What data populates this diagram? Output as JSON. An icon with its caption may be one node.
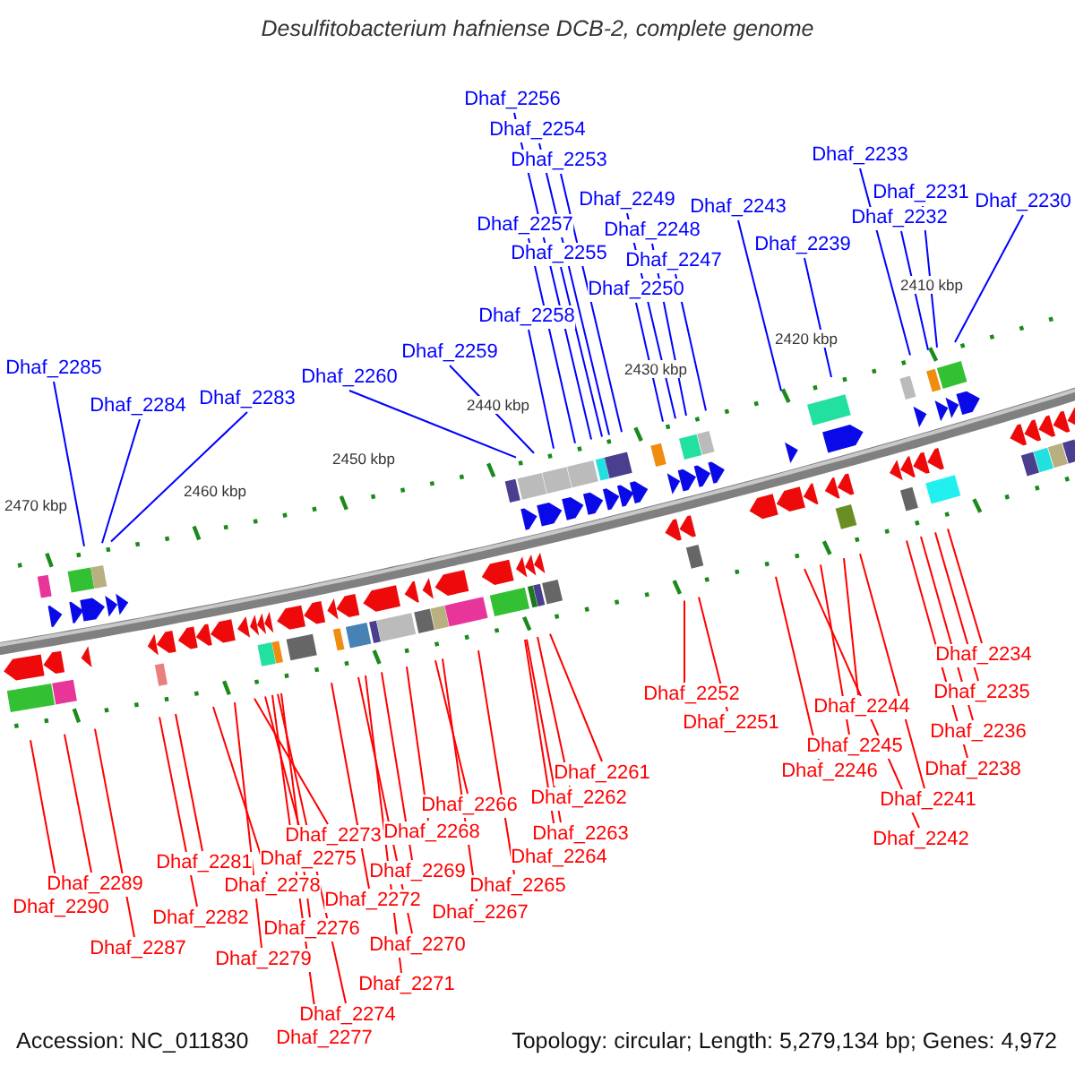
{
  "diagram": {
    "title": "Desulfitobacterium hafniense DCB-2, complete genome",
    "nodes": [
      {
        "text": [
          "Dhaf_2256"
        ]
      },
      {
        "text": [
          "Dhaf_2254"
        ]
      },
      {
        "text": [
          "Dhaf_2253"
        ]
      },
      {
        "text": [
          "Dhaf_2233"
        ]
      },
      {
        "text": [
          "Dhaf_2231"
        ]
      },
      {
        "text": [
          "Dhaf_2249"
        ]
      },
      {
        "text": [
          "Dhaf_2230"
        ]
      },
      {
        "text": [
          "Dhaf_2243"
        ]
      },
      {
        "text": [
          "Dhaf_2232"
        ]
      },
      {
        "text": [
          "Dhaf_2257"
        ]
      },
      {
        "text": [
          "Dhaf_2248"
        ]
      },
      {
        "text": [
          "Dhaf_2239"
        ]
      },
      {
        "text": [
          "Dhaf_2255"
        ]
      },
      {
        "text": [
          "Dhaf_2247"
        ]
      },
      {
        "text": [
          "Dhaf_2250"
        ]
      },
      {
        "text": [
          "Dhaf_2258"
        ]
      },
      {
        "text": [
          "Dhaf_2259"
        ]
      },
      {
        "text": [
          "Dhaf_2285"
        ]
      },
      {
        "text": [
          "Dhaf_2260"
        ]
      },
      {
        "text": [
          "Dhaf_2283"
        ]
      },
      {
        "text": [
          "Dhaf_2284"
        ]
      },
      {
        "text": [
          "Dhaf_2234"
        ]
      },
      {
        "text": [
          "Dhaf_2235"
        ]
      },
      {
        "text": [
          "Dhaf_2252"
        ]
      },
      {
        "text": [
          "Dhaf_2244"
        ]
      },
      {
        "text": [
          "Dhaf_2251"
        ]
      },
      {
        "text": [
          "Dhaf_2236"
        ]
      },
      {
        "text": [
          "Dhaf_2245"
        ]
      },
      {
        "text": [
          "Dhaf_2238"
        ]
      },
      {
        "text": [
          "Dhaf_2246"
        ]
      },
      {
        "text": [
          "Dhaf_2261"
        ]
      },
      {
        "text": [
          "Dhaf_2262"
        ]
      },
      {
        "text": [
          "Dhaf_2241"
        ]
      },
      {
        "text": [
          "Dhaf_2266"
        ]
      },
      {
        "text": [
          "Dhaf_2268"
        ]
      },
      {
        "text": [
          "Dhaf_2263"
        ]
      },
      {
        "text": [
          "Dhaf_2273"
        ]
      },
      {
        "text": [
          "Dhaf_2242"
        ]
      },
      {
        "text": [
          "Dhaf_2264"
        ]
      },
      {
        "text": [
          "Dhaf_2275"
        ]
      },
      {
        "text": [
          "Dhaf_2281"
        ]
      },
      {
        "text": [
          "Dhaf_2269"
        ]
      },
      {
        "text": [
          "Dhaf_2289"
        ]
      },
      {
        "text": [
          "Dhaf_2278"
        ]
      },
      {
        "text": [
          "Dhaf_2265"
        ]
      },
      {
        "text": [
          "Dhaf_2272"
        ]
      },
      {
        "text": [
          "Dhaf_2290"
        ]
      },
      {
        "text": [
          "Dhaf_2267"
        ]
      },
      {
        "text": [
          "Dhaf_2282"
        ]
      },
      {
        "text": [
          "Dhaf_2276"
        ]
      },
      {
        "text": [
          "Dhaf_2270"
        ]
      },
      {
        "text": [
          "Dhaf_2287"
        ]
      },
      {
        "text": [
          "Dhaf_2279"
        ]
      },
      {
        "text": [
          "Dhaf_2271"
        ]
      },
      {
        "text": [
          "Dhaf_2274"
        ]
      },
      {
        "text": [
          "Dhaf_2277"
        ]
      }
    ],
    "edges": [
      {
        "from": 0,
        "to": null,
        "arrow": "none",
        "color": "#0000ff"
      },
      {
        "from": 1,
        "to": null,
        "arrow": "none",
        "color": "#0000ff"
      },
      {
        "from": 2,
        "to": null,
        "arrow": "none",
        "color": "#0000ff"
      },
      {
        "from": 3,
        "to": null,
        "arrow": "none",
        "color": "#0000ff"
      },
      {
        "from": 4,
        "to": null,
        "arrow": "none",
        "color": "#0000ff"
      },
      {
        "from": 5,
        "to": null,
        "arrow": "none",
        "color": "#0000ff"
      },
      {
        "from": 6,
        "to": null,
        "arrow": "none",
        "color": "#0000ff"
      },
      {
        "from": 7,
        "to": null,
        "arrow": "none",
        "color": "#0000ff"
      },
      {
        "from": 8,
        "to": null,
        "arrow": "none",
        "color": "#0000ff"
      },
      {
        "from": 9,
        "to": null,
        "arrow": "none",
        "color": "#0000ff"
      },
      {
        "from": 10,
        "to": null,
        "arrow": "none",
        "color": "#0000ff"
      },
      {
        "from": 11,
        "to": null,
        "arrow": "none",
        "color": "#0000ff"
      },
      {
        "from": 12,
        "to": null,
        "arrow": "none",
        "color": "#0000ff"
      },
      {
        "from": 13,
        "to": null,
        "arrow": "none",
        "color": "#0000ff"
      },
      {
        "from": 14,
        "to": null,
        "arrow": "none",
        "color": "#0000ff"
      },
      {
        "from": 15,
        "to": null,
        "arrow": "none",
        "color": "#0000ff"
      },
      {
        "from": 16,
        "to": null,
        "arrow": "none",
        "color": "#0000ff"
      },
      {
        "from": 17,
        "to": null,
        "arrow": "none",
        "color": "#0000ff"
      },
      {
        "from": 18,
        "to": null,
        "arrow": "none",
        "color": "#0000ff"
      },
      {
        "from": 19,
        "to": null,
        "arrow": "none",
        "color": "#0000ff"
      },
      {
        "from": 20,
        "to": null,
        "arrow": "none",
        "color": "#0000ff"
      },
      {
        "from": 21,
        "to": null,
        "arrow": "none"
      },
      {
        "from": 22,
        "to": null,
        "arrow": "none"
      },
      {
        "from": 23,
        "to": null,
        "arrow": "none"
      },
      {
        "from": 24,
        "to": null,
        "arrow": "none"
      },
      {
        "from": 25,
        "to": null,
        "arrow": "none"
      },
      {
        "from": 26,
        "to": null,
        "arrow": "none"
      },
      {
        "from": 27,
        "to": null,
        "arrow": "none"
      },
      {
        "from": 28,
        "to": null,
        "arrow": "none"
      },
      {
        "from": 29,
        "to": null,
        "arrow": "none"
      },
      {
        "from": 30,
        "to": null,
        "arrow": "none"
      },
      {
        "from": 31,
        "to": null,
        "arrow": "none"
      },
      {
        "from": 32,
        "to": null,
        "arrow": "none"
      },
      {
        "from": 33,
        "to": null,
        "arrow": "none"
      },
      {
        "from": 34,
        "to": null,
        "arrow": "none"
      },
      {
        "from": 35,
        "to": null,
        "arrow": "none"
      },
      {
        "from": 36,
        "to": null,
        "arrow": "none"
      },
      {
        "from": 37,
        "to": null,
        "arrow": "none"
      },
      {
        "from": 38,
        "to": null,
        "arrow": "none"
      },
      {
        "from": 39,
        "to": null,
        "arrow": "none"
      },
      {
        "from": 40,
        "to": null,
        "arrow": "none"
      },
      {
        "from": 41,
        "to": null,
        "arrow": "none"
      },
      {
        "from": 42,
        "to": null,
        "arrow": "none"
      },
      {
        "from": 43,
        "to": null,
        "arrow": "none"
      },
      {
        "from": 44,
        "to": null,
        "arrow": "none"
      },
      {
        "from": 45,
        "to": null,
        "arrow": "none"
      },
      {
        "from": 46,
        "to": null,
        "arrow": "none"
      },
      {
        "from": 47,
        "to": null,
        "arrow": "none"
      },
      {
        "from": 48,
        "to": null,
        "arrow": "none"
      },
      {
        "from": 49,
        "to": null,
        "arrow": "none"
      },
      {
        "from": 50,
        "to": null,
        "arrow": "none"
      },
      {
        "from": 51,
        "to": null,
        "arrow": "none"
      },
      {
        "from": 52,
        "to": null,
        "arrow": "none"
      },
      {
        "from": 53,
        "to": null,
        "arrow": "none"
      },
      {
        "from": 54,
        "to": null,
        "arrow": "none"
      },
      {
        "from": 55,
        "to": null,
        "arrow": "none"
      }
    ],
    "labels": [
      "2470 kbp",
      "2460 kbp",
      "2450 kbp",
      "2440 kbp",
      "2430 kbp",
      "2420 kbp",
      "2410 kbp",
      "Accession: NC_011830",
      "Topology: circular; Length: 5,279,134 bp; Genes: 4,972"
    ]
  }
}
